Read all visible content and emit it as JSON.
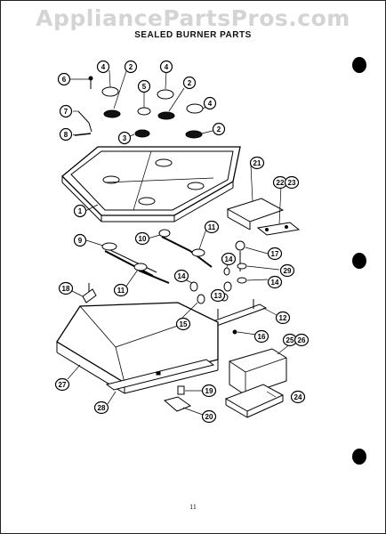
{
  "watermark": "AppliancePartsPros.com",
  "title": "SEALED BURNER PARTS",
  "page_number": "11",
  "callouts": [
    "1",
    "2",
    "3",
    "4",
    "5",
    "6",
    "7",
    "8",
    "9",
    "10",
    "11",
    "12",
    "13",
    "14",
    "15",
    "16",
    "17",
    "18",
    "19",
    "20",
    "21",
    "22",
    "23",
    "24",
    "25",
    "26",
    "27",
    "28",
    "29"
  ],
  "colors": {
    "ink": "#000000",
    "paper": "#ffffff",
    "watermark": "#d4d4d4"
  }
}
